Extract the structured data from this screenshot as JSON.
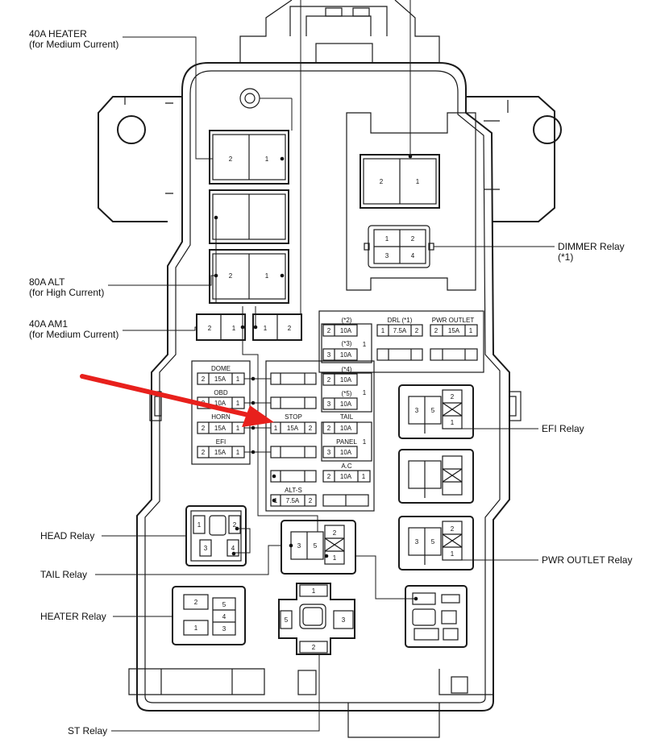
{
  "labels": {
    "heater_40a": "40A HEATER",
    "heater_40a_sub": "(for Medium Current)",
    "alt_80a": "80A ALT",
    "alt_80a_sub": "(for High Current)",
    "am1_40a": "40A AM1",
    "am1_40a_sub": "(for Medium Current)",
    "dimmer_relay": "DIMMER Relay",
    "dimmer_relay_note": "(*1)",
    "efi_relay": "EFI Relay",
    "pwr_outlet_relay": "PWR OUTLET Relay",
    "head_relay": "HEAD Relay",
    "tail_relay": "TAIL Relay",
    "heater_relay": "HEATER Relay",
    "st_relay": "ST Relay"
  },
  "left_fuses": {
    "dome": {
      "name": "DOME",
      "amp": "15A",
      "p1": "2",
      "p2": "1"
    },
    "obd": {
      "name": "OBD",
      "amp": "10A",
      "p1": "2",
      "p2": "1"
    },
    "horn": {
      "name": "HORN",
      "amp": "15A",
      "p1": "2",
      "p2": "1"
    },
    "efi": {
      "name": "EFI",
      "amp": "15A",
      "p1": "2",
      "p2": "1"
    }
  },
  "middle_fuses": {
    "stop": {
      "name": "STOP",
      "amp": "15A",
      "p1": "1",
      "p2": "2"
    },
    "alts": {
      "name": "ALT-S",
      "amp": "7.5A",
      "p1": "1",
      "p2": "2"
    }
  },
  "right_fuses": {
    "star2": {
      "name": "(*2)",
      "amp": "10A",
      "pin": "2"
    },
    "star3": {
      "name": "(*3)",
      "amp": "10A",
      "pin": "3"
    },
    "star4": {
      "name": "(*4)",
      "amp": "10A",
      "pin": "2"
    },
    "star5": {
      "name": "(*5)",
      "amp": "10A",
      "pin": "3"
    },
    "tail": {
      "name": "TAIL",
      "amp": "10A",
      "pin": "2"
    },
    "panel": {
      "name": "PANEL",
      "amp": "10A",
      "pin": "3"
    },
    "ac": {
      "name": "A.C",
      "amp": "10A",
      "p1": "2",
      "p2": "1"
    },
    "group_pin_a": "1",
    "group_pin_b": "1",
    "group_pin_c": "1"
  },
  "top_right_fuses": {
    "drl": {
      "name": "DRL (*1)",
      "amp": "7.5A",
      "p1": "1",
      "p2": "2"
    },
    "pwr_outlet": {
      "name": "PWR OUTLET",
      "amp": "15A",
      "p1": "2",
      "p2": "1"
    }
  },
  "fusible_links": {
    "heater": {
      "p1": "2",
      "p2": "1"
    },
    "alt": {
      "p1": "2",
      "p2": "1"
    },
    "am1": {
      "p1": "2",
      "p2": "1"
    },
    "am1_b": {
      "p1": "1",
      "p2": "2"
    }
  },
  "top_relay": {
    "p1": "2",
    "p2": "1"
  },
  "dimmer_pins": [
    "1",
    "2",
    "3",
    "4"
  ],
  "efi_relay_pins": [
    "3",
    "5",
    "2",
    "1"
  ],
  "pwr_outlet_relay_pins": [
    "3",
    "5",
    "2",
    "1"
  ],
  "tail_relay_pins": [
    "3",
    "5",
    "2",
    "1"
  ],
  "head_relay_pins": [
    "1",
    "2",
    "3",
    "4"
  ],
  "heater_relay_pins": [
    "2",
    "5",
    "4",
    "1",
    "3"
  ],
  "st_relay_pins": [
    "1",
    "5",
    "3",
    "2"
  ],
  "colors": {
    "arrow": "#e8201c",
    "line": "#1a1a1a"
  }
}
